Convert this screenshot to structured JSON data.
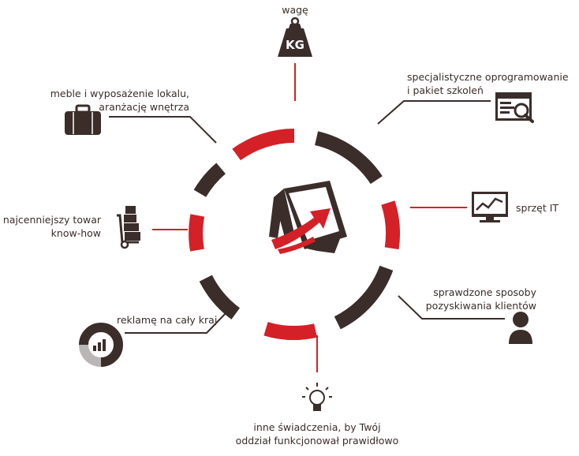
{
  "colors": {
    "red": "#d42027",
    "dark": "#3a2d2a",
    "ink": "#3a2d2a",
    "white": "#ffffff"
  },
  "center": {
    "icon": "franchise-box-growth-arrow-icon"
  },
  "labels": {
    "weight": {
      "text": "wagę",
      "icon": "weight-kg-icon",
      "icon_text": "KG"
    },
    "software": {
      "line1": "specjalistyczne oprogramowanie",
      "line2": "i pakiet szkoleń",
      "icon": "software-window-magnifier-icon"
    },
    "it": {
      "text": "sprzęt IT",
      "icon": "monitor-chart-icon"
    },
    "clients": {
      "line1": "sprawdzone sposoby",
      "line2": "pozyskiwania klientów",
      "icon": "user-silhouette-icon"
    },
    "benefits": {
      "line1": "inne świadczenia, by Twój",
      "line2": "oddział funkcjonował prawidłowo",
      "icon": "lightbulb-icon"
    },
    "ads": {
      "text": "reklamę na cały kraj",
      "icon": "donut-bar-chart-icon"
    },
    "goods": {
      "line1": "najcenniejszy towar",
      "line2": "know-how",
      "icon": "hand-truck-boxes-icon"
    },
    "furniture": {
      "line1": "meble i wyposażenie lokalu,",
      "line2": "aranżację wnętrza",
      "icon": "suitcase-icon"
    }
  }
}
